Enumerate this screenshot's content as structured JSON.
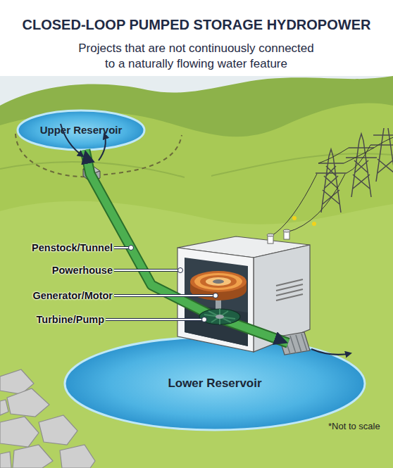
{
  "diagram": {
    "title": "CLOSED-LOOP PUMPED STORAGE HYDROPOWER",
    "nodes": [
      {
        "text": [
          "Upper Reservoir"
        ]
      },
      {
        "text": [
          "Lower Reservoir"
        ]
      }
    ],
    "edges": [
      {
        "from": 0,
        "to": 1,
        "arrow": "both"
      }
    ],
    "labels": [
      "Projects that are not continuously connected to a naturally flowing water feature",
      "Penstock/Tunnel",
      "Powerhouse",
      "Generator/Motor",
      "Turbine/Pump",
      "*Not to scale"
    ]
  }
}
